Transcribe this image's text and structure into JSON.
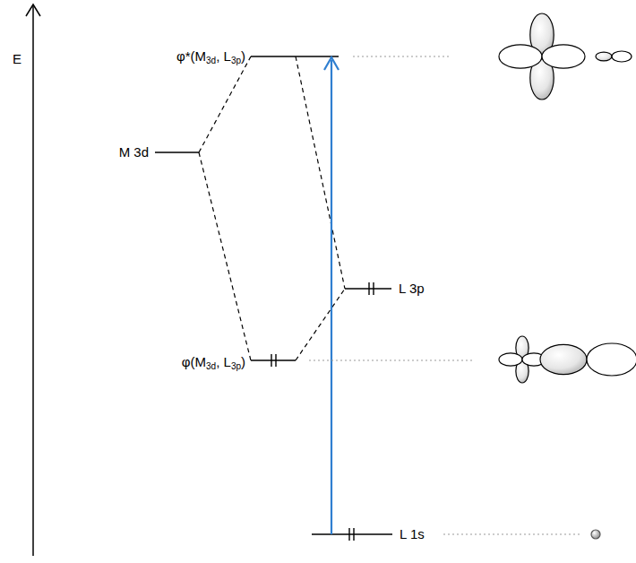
{
  "diagram": {
    "labels": [
      "E",
      "φ*(M3d, L3p)",
      "M 3d",
      "L 3p",
      "φ(M3d, L3p)",
      "L 1s"
    ]
  }
}
